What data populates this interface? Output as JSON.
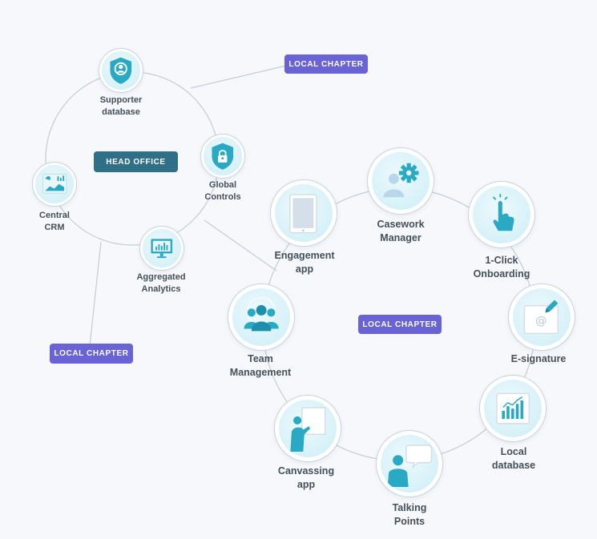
{
  "colors": {
    "accent_teal": "#29a9c4",
    "local_chapter_pill": "#6a63d6",
    "head_office_pill": "#2f6f88",
    "line": "#c3ccd4"
  },
  "pills": {
    "local_chapter_top": "LOCAL CHAPTER",
    "head_office": "HEAD OFFICE",
    "local_chapter_left": "LOCAL CHAPTER",
    "local_chapter_center": "LOCAL CHAPTER"
  },
  "head_office_nodes": {
    "supporter_database": {
      "line1": "Supporter",
      "line2": "database",
      "icon": "shield-user-icon"
    },
    "global_controls": {
      "line1": "Global",
      "line2": "Controls",
      "icon": "shield-lock-icon"
    },
    "central_crm": {
      "line1": "Central",
      "line2": "CRM",
      "icon": "crm-chart-icon"
    },
    "aggregated_analytics": {
      "line1": "Aggregated",
      "line2": "Analytics",
      "icon": "monitor-bars-icon"
    }
  },
  "local_nodes": {
    "engagement_app": {
      "line1": "Engagement",
      "line2": "app",
      "icon": "tablet-icon"
    },
    "casework_manager": {
      "line1": "Casework",
      "line2": "Manager",
      "icon": "user-gear-icon"
    },
    "onboarding": {
      "line1": "1-Click",
      "line2": "Onboarding",
      "icon": "tap-hand-icon"
    },
    "e_signature": {
      "line1": "E-signature",
      "icon": "envelope-pen-icon"
    },
    "local_database": {
      "line1": "Local",
      "line2": "database",
      "icon": "bar-chart-icon"
    },
    "talking_points": {
      "line1": "Talking",
      "line2": "Points",
      "icon": "speech-person-icon"
    },
    "canvassing_app": {
      "line1": "Canvassing",
      "line2": "app",
      "icon": "presenter-board-icon"
    },
    "team_management": {
      "line1": "Team",
      "line2": "Management",
      "icon": "team-group-icon"
    }
  }
}
